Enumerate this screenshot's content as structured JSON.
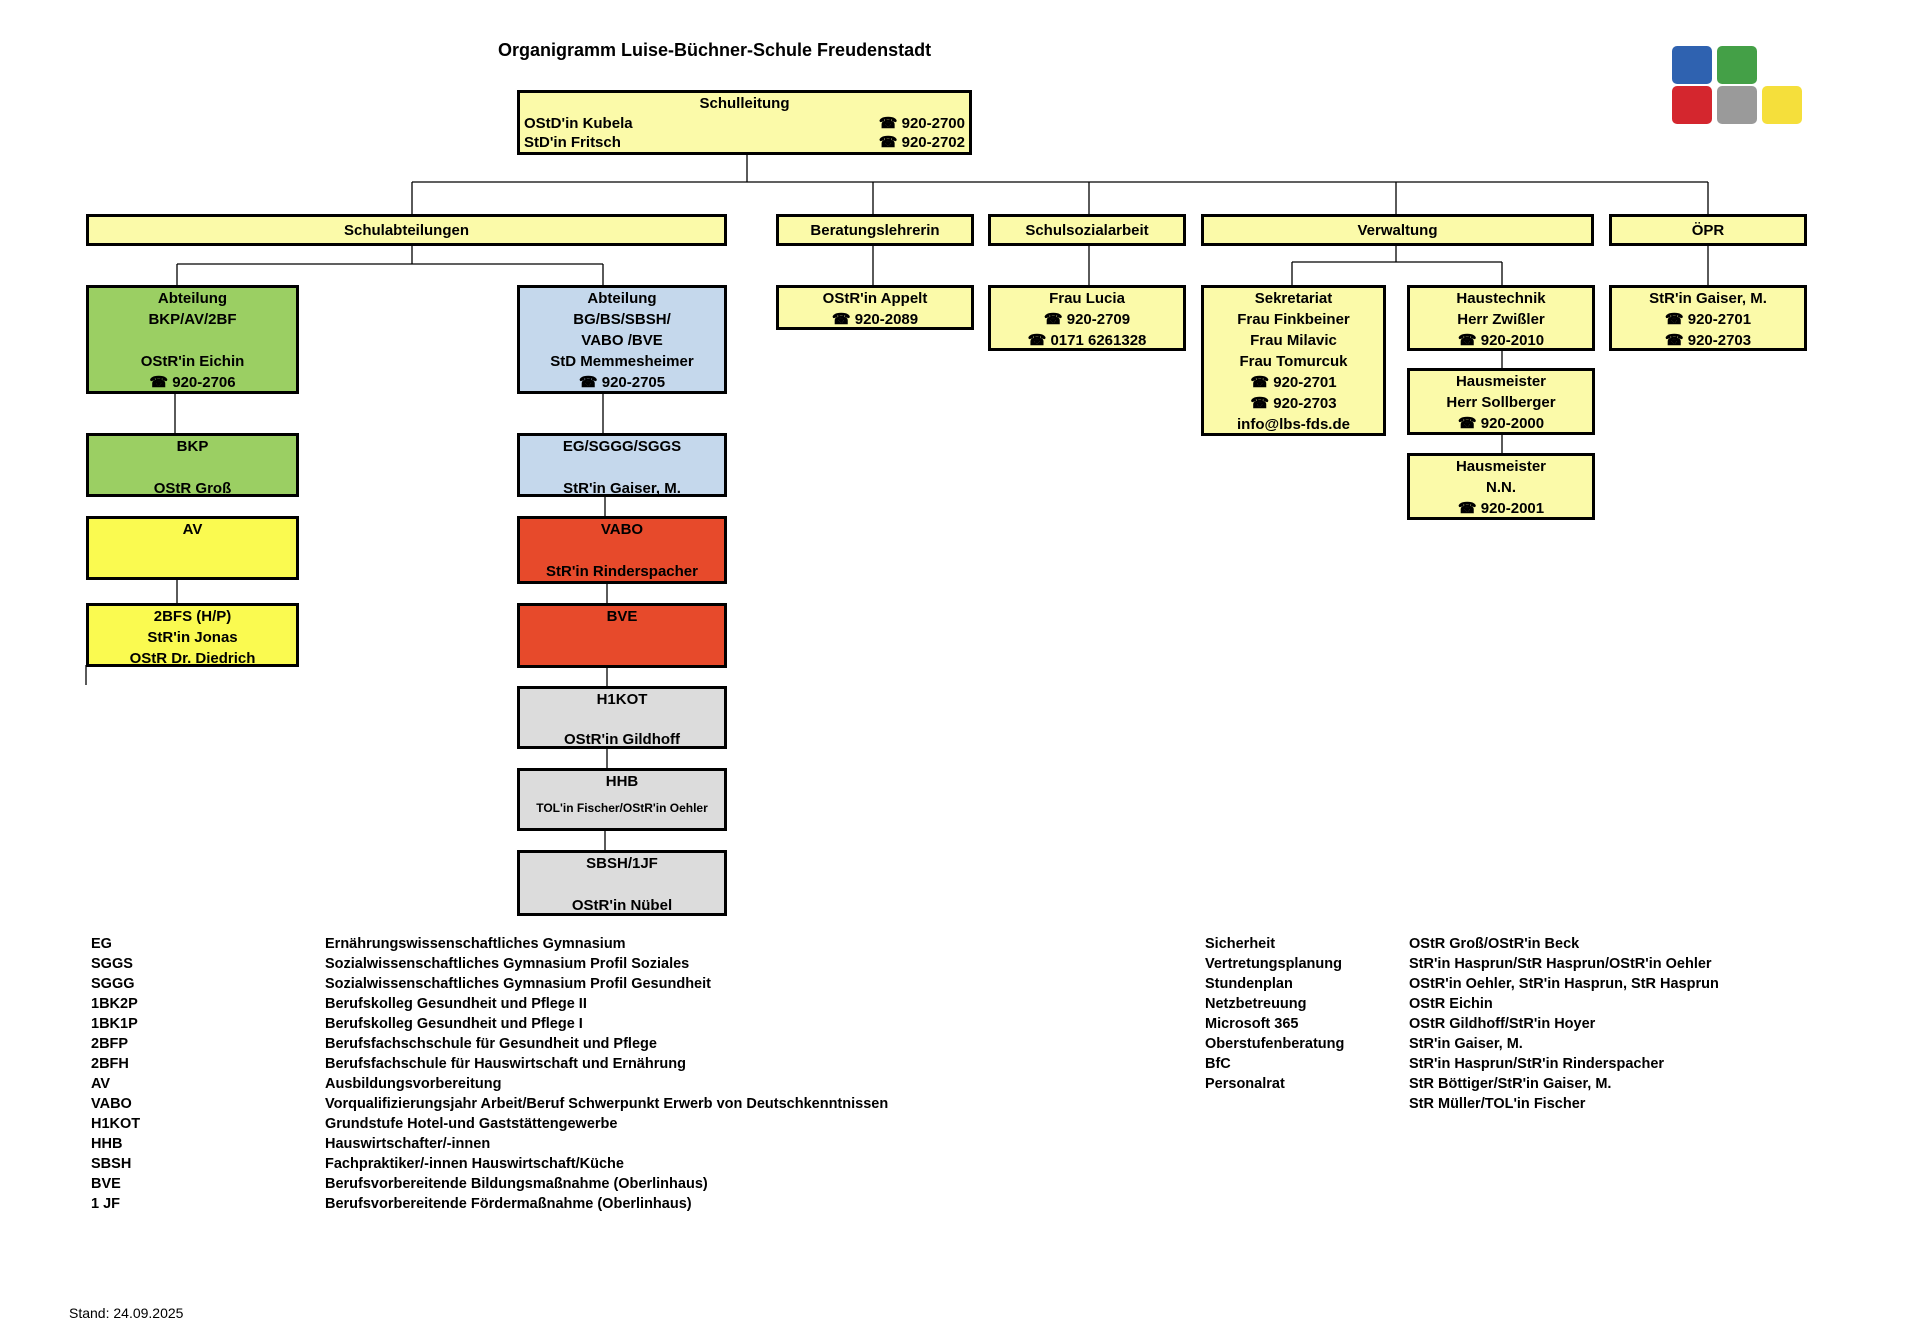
{
  "title": "Organigramm Luise-Büchner-Schule Freudenstadt",
  "colors": {
    "light_yellow": "#fbfaa9",
    "yellow": "#fafa50",
    "green": "#9bcf63",
    "blue": "#c5d8ec",
    "red": "#e74a2b",
    "gray": "#dcdcdc"
  },
  "logo": {
    "colors": [
      "#2f62b0",
      "#44a047",
      "#d4262e",
      "#9a9a9a",
      "#f5df3b"
    ]
  },
  "schulleitung": {
    "title": "Schulleitung",
    "rows": [
      {
        "name": "OStD'in Kubela",
        "tel": "☎ 920-2700"
      },
      {
        "name": "StD'in Fritsch",
        "tel": "☎ 920-2702"
      }
    ]
  },
  "level2": {
    "schulabteilungen": "Schulabteilungen",
    "beratung": "Beratungslehrerin",
    "sozial": "Schulsozialarbeit",
    "verwaltung": "Verwaltung",
    "oepr": "ÖPR"
  },
  "abt1": {
    "lines": [
      "Abteilung",
      "BKP/AV/2BF",
      "",
      "OStR'in Eichin",
      "☎ 920-2706"
    ]
  },
  "abt2": {
    "lines": [
      "Abteilung",
      "BG/BS/SBSH/",
      "VABO /BVE",
      "StD Memmesheimer",
      "☎ 920-2705"
    ]
  },
  "bkp": {
    "lines": [
      "BKP",
      "",
      "OStR Groß"
    ]
  },
  "av": {
    "lines": [
      "AV"
    ]
  },
  "bfs": {
    "lines": [
      "2BFS (H/P)",
      "StR'in Jonas",
      "OStR Dr. Diedrich"
    ]
  },
  "eg": {
    "lines": [
      "EG/SGGG/SGGS",
      "",
      "StR'in Gaiser, M."
    ]
  },
  "vabo": {
    "lines": [
      "VABO",
      "",
      "StR'in Rinderspacher"
    ]
  },
  "bve": {
    "lines": [
      "BVE"
    ]
  },
  "h1kot": {
    "lines": [
      "H1KOT",
      "",
      "OStR'in Gildhoff"
    ]
  },
  "hhb": {
    "lines": [
      "HHB",
      "TOL'in Fischer/OStR'in Oehler"
    ]
  },
  "sbsh": {
    "lines": [
      "SBSH/1JF",
      "",
      "OStR'in Nübel"
    ]
  },
  "appelt": {
    "lines": [
      "OStR'in Appelt",
      "☎ 920-2089"
    ]
  },
  "lucia": {
    "lines": [
      "Frau Lucia",
      "☎ 920-2709",
      "☎ 0171 6261328"
    ]
  },
  "sekretariat": {
    "lines": [
      "Sekretariat",
      "Frau Finkbeiner",
      "Frau Milavic",
      "Frau Tomurcuk",
      "☎ 920-2701",
      "☎ 920-2703",
      "info@lbs-fds.de"
    ]
  },
  "haustechnik": {
    "lines": [
      "Haustechnik",
      "Herr Zwißler",
      "☎ 920-2010"
    ]
  },
  "hausmeister1": {
    "lines": [
      "Hausmeister",
      "Herr Sollberger",
      "☎ 920-2000"
    ]
  },
  "hausmeister2": {
    "lines": [
      "Hausmeister",
      "N.N.",
      "☎ 920-2001"
    ]
  },
  "gaiser": {
    "lines": [
      "StR'in Gaiser, M.",
      "☎ 920-2701",
      "☎ 920-2703"
    ]
  },
  "abbrev": [
    {
      "k": "EG",
      "v": "Ernährungswissenschaftliches Gymnasium"
    },
    {
      "k": "SGGS",
      "v": "Sozialwissenschaftliches Gymnasium Profil Soziales"
    },
    {
      "k": "SGGG",
      "v": "Sozialwissenschaftliches Gymnasium Profil Gesundheit"
    },
    {
      "k": "1BK2P",
      "v": "Berufskolleg Gesundheit und Pflege II"
    },
    {
      "k": "1BK1P",
      "v": "Berufskolleg Gesundheit und Pflege I"
    },
    {
      "k": "2BFP",
      "v": "Berufsfachschschule für Gesundheit und Pflege"
    },
    {
      "k": "2BFH",
      "v": "Berufsfachschule für Hauswirtschaft und Ernährung"
    },
    {
      "k": "AV",
      "v": "Ausbildungsvorbereitung"
    },
    {
      "k": "VABO",
      "v": "Vorqualifizierungsjahr Arbeit/Beruf Schwerpunkt Erwerb von Deutschkenntnissen"
    },
    {
      "k": "H1KOT",
      "v": "Grundstufe Hotel-und Gaststättengewerbe"
    },
    {
      "k": "HHB",
      "v": "Hauswirtschafter/-innen"
    },
    {
      "k": "SBSH",
      "v": "Fachpraktiker/-innen Hauswirtschaft/Küche"
    },
    {
      "k": "BVE",
      "v": "Berufsvorbereitende Bildungsmaßnahme (Oberlinhaus)"
    },
    {
      "k": "1 JF",
      "v": "Berufsvorbereitende Fördermaßnahme (Oberlinhaus)"
    }
  ],
  "roles": [
    {
      "k": "Sicherheit",
      "v": "OStR Groß/OStR'in Beck"
    },
    {
      "k": "Vertretungsplanung",
      "v": "StR'in Hasprun/StR Hasprun/OStR'in Oehler"
    },
    {
      "k": "Stundenplan",
      "v": "OStR'in Oehler, StR'in Hasprun, StR Hasprun"
    },
    {
      "k": "Netzbetreuung",
      "v": "OStR Eichin"
    },
    {
      "k": "Microsoft 365",
      "v": "OStR Gildhoff/StR'in Hoyer"
    },
    {
      "k": "Oberstufenberatung",
      "v": "StR'in Gaiser, M."
    },
    {
      "k": "BfC",
      "v": "StR'in Hasprun/StR'in Rinderspacher"
    },
    {
      "k": "Personalrat",
      "v": "StR Böttiger/StR'in Gaiser, M."
    },
    {
      "k": "",
      "v": "StR Müller/TOL'in Fischer"
    }
  ],
  "stand": "Stand: 24.09.2025"
}
